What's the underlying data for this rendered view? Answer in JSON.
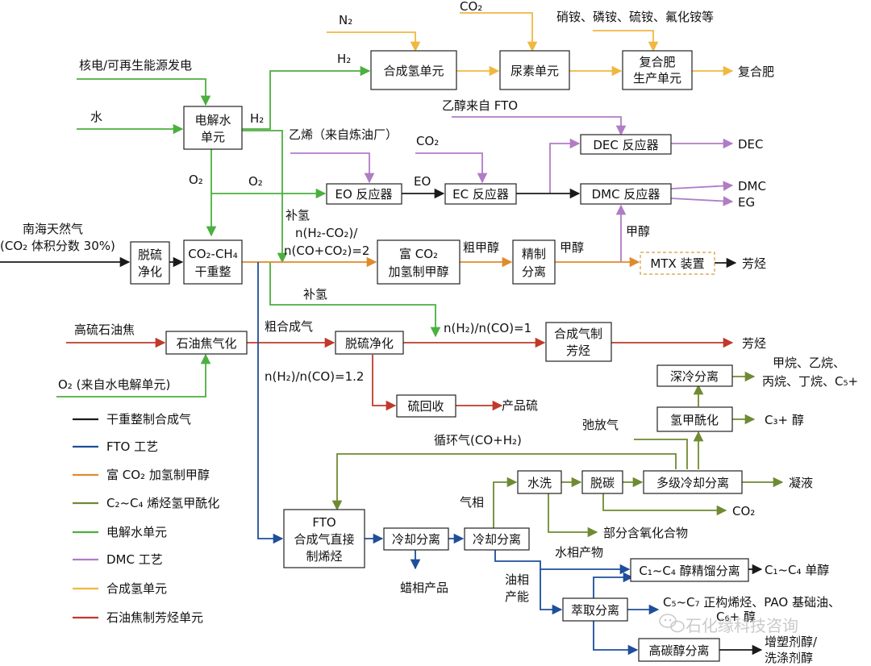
{
  "colors": {
    "black": "#1a1a1a",
    "blue": "#1f4e9a",
    "orange": "#e08a2c",
    "olive": "#6f8a32",
    "green": "#4caf3f",
    "purple": "#b07cc6",
    "yellow": "#f0b840",
    "red": "#c0392b"
  },
  "boxes": {
    "hsyn": "合成氢单元",
    "urea": "尿素单元",
    "cf1": "复合肥",
    "cf2": "生产单元",
    "elec1": "电解水",
    "elec2": "单元",
    "dec": "DEC 反应器",
    "eo": "EO 反应器",
    "ec": "EC 反应器",
    "dmc": "DMC 反应器",
    "desulf1": "脱硫",
    "desulf2": "净化",
    "dry1": "CO₂-CH₄",
    "dry2": "干重整",
    "co2meoh1": "富 CO₂",
    "co2meoh2": "加氢制甲醇",
    "refine1": "精制",
    "refine2": "分离",
    "mtx": "MTX 装置",
    "coke": "石油焦气化",
    "desulfclean": "脱硫净化",
    "syngas1": "合成气制",
    "syngas2": "芳烃",
    "deepcool": "深冷分离",
    "hydroform": "氢甲酰化",
    "sulfrec": "硫回收",
    "fto1": "FTO",
    "fto2": "合成气直接",
    "fto3": "制烯烃",
    "cool1": "冷却分离",
    "cool2": "冷却分离",
    "wash": "水洗",
    "decarb": "脱碳",
    "multicool": "多级冷却分离",
    "alcdist": "C₁~C₄ 醇精馏分离",
    "extract": "萃取分离",
    "highalc": "高碳醇分离"
  },
  "labels": {
    "n2": "N₂",
    "co2_top": "CO₂",
    "ammonium": "硝铵、磷铵、硫铵、氟化铵等",
    "compound_fert": "复合肥",
    "nuclear": "核电/可再生能源发电",
    "h2_a": "H₂",
    "ethanol_fto": "乙醇来自 FTO",
    "water": "水",
    "h2_b": "H₂",
    "ethylene": "乙烯（来自炼油厂）",
    "co2_mid": "CO₂",
    "dec_out": "DEC",
    "o2_a": "O₂",
    "o2_b": "O₂",
    "eo_mid": "EO",
    "dmc_out": "DMC",
    "eg_out": "EG",
    "h2_makeup1": "补氢",
    "ratio1a": "n(H₂-CO₂)/",
    "ratio1b": "n(CO+CO₂)=2",
    "methanol_tag": "甲醇",
    "gas1": "南海天然气",
    "gas2": "(CO₂ 体积分数 30%)",
    "crude_meoh": "粗甲醇",
    "meoh2": "甲醇",
    "aromatics1": "芳烃",
    "h2_makeup2": "补氢",
    "petcoke": "高硫石油焦",
    "crude_syngas": "粗合成气",
    "ratio2": "n(H₂)/n(CO)=1",
    "aromatics2": "芳烃",
    "o2_elec": "O₂ (来自水电解单元)",
    "ratio3": "n(H₂)/n(CO)=1.2",
    "alkanes1": "甲烷、乙烷、",
    "alkanes2": "丙烷、丁烷、C₅+",
    "c3alc": "C₃+ 醇",
    "product_s": "产品硫",
    "purge": "弛放气",
    "recycle": "循环气(CO+H₂)",
    "gas_phase": "气相",
    "condensate": "凝液",
    "co2_out": "CO₂",
    "oxygenates": "部分含氧化合物",
    "aq_prod": "水相产物",
    "wax": "蜡相产品",
    "oil1": "油相",
    "oil2": "产能",
    "mono_alc": "C₁~C₄ 单醇",
    "olefins1": "C₅~C₇ 正构烯烃、PAO 基础油、",
    "olefins2": "C₆+ 醇",
    "plast1": "增塑剂醇/",
    "plast2": "洗涤剂醇"
  },
  "legend": [
    {
      "label": "干重整制合成气",
      "color": "#1a1a1a"
    },
    {
      "label": "FTO 工艺",
      "color": "#1f4e9a"
    },
    {
      "label": "富 CO₂ 加氢制甲醇",
      "color": "#e08a2c"
    },
    {
      "label": "C₂~C₄ 烯烃氢甲酰化",
      "color": "#6f8a32"
    },
    {
      "label": "电解水单元",
      "color": "#4caf3f"
    },
    {
      "label": "DMC 工艺",
      "color": "#b07cc6"
    },
    {
      "label": "合成氢单元",
      "color": "#f0b840"
    },
    {
      "label": "石油焦制芳烃单元",
      "color": "#c0392b"
    }
  ],
  "watermark": "石化缘科技咨询"
}
